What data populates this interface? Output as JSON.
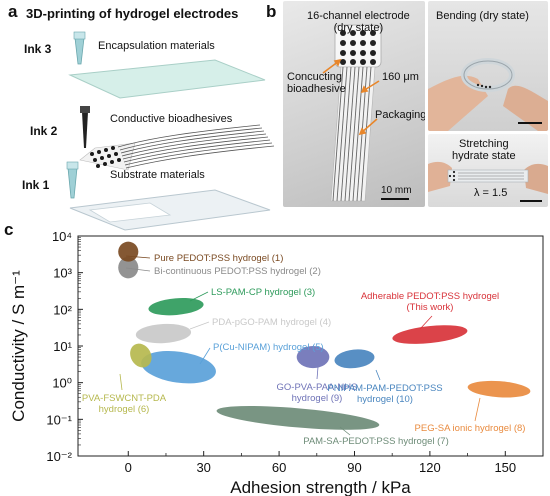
{
  "panel_a": {
    "letter": "a",
    "title": "3D-printing of hydrogel electrodes",
    "ink3_label": "Ink 3",
    "ink3_desc": "Encapsulation materials",
    "ink2_label": "Ink 2",
    "ink2_desc": "Conductive bioadhesives",
    "ink1_label": "Ink 1",
    "ink1_desc": "Substrate materials"
  },
  "panel_b": {
    "letter": "b",
    "photo1_title_line1": "16-channel electrode",
    "photo1_title_line2": "(dry state)",
    "callout_adhesive_line1": "Concucting",
    "callout_adhesive_line2": "bioadhesive",
    "callout_thickness": "160 μm",
    "callout_packaging": "Packaging",
    "scale_photo1": "10 mm",
    "photo2_title": "Bending (dry state)",
    "photo3_title_line1": "Stretching",
    "photo3_title_line2": "hydrate state",
    "photo3_lambda": "λ = 1.5"
  },
  "panel_c": {
    "letter": "c"
  },
  "colors": {
    "pedot_pure": "#7a4a22",
    "bicont": "#8a8a8a",
    "lspam": "#2f9b5c",
    "pdapgo": "#c9c9c9",
    "pcu": "#5aa1d9",
    "gopva": "#6f73b7",
    "pvafs": "#b6b84e",
    "pnipam": "#4a86bf",
    "pamsa": "#6e8c78",
    "adherable": "#d8333a",
    "pegsa": "#e98b3f"
  },
  "chart_data": {
    "type": "scatter",
    "xlabel": "Adhesion strength / kPa",
    "ylabel": "Conductivity / S m⁻¹",
    "xlim": [
      -20,
      165
    ],
    "ylim_log10": [
      -2,
      4
    ],
    "x_ticks": [
      "0",
      "30",
      "60",
      "90",
      "120",
      "150"
    ],
    "y_ticks": [
      "10⁻²",
      "10⁻¹",
      "10⁰",
      "10¹",
      "10²",
      "10³",
      "10⁴"
    ],
    "log_y": true,
    "series": [
      {
        "key": "pedot_pure",
        "label": "Pure PEDOT:PSS hydrogel (1)",
        "x_range": [
          -4,
          4
        ],
        "y_range": [
          2000,
          7000
        ]
      },
      {
        "key": "bicont",
        "label": "Bi-continuous PEDOT:PSS hydrogel (2)",
        "x_range": [
          -4,
          4
        ],
        "y_range": [
          700,
          2700
        ]
      },
      {
        "key": "lspam",
        "label": "LS-PAM-CP hydrogel (3)",
        "x_range": [
          8,
          30
        ],
        "y_range": [
          70,
          200
        ]
      },
      {
        "key": "pdapgo",
        "label": "PDA-pGO-PAM hydrogel (4)",
        "x_range": [
          3,
          25
        ],
        "y_range": [
          12,
          40
        ]
      },
      {
        "key": "pcu",
        "label": "P(Cu-NIPAM) hydrogel (5)",
        "x_range": [
          5,
          35
        ],
        "y_range": [
          1,
          7
        ]
      },
      {
        "key": "gopva",
        "label": "GO-PVA-PAA-NHS hydrogel (9)",
        "x_range": [
          67,
          80
        ],
        "y_range": [
          2.5,
          10
        ]
      },
      {
        "key": "pvafs",
        "label": "PVA-FSWCNT-PDA hydrogel (6)",
        "x_range": [
          1,
          9
        ],
        "y_range": [
          2.5,
          12
        ]
      },
      {
        "key": "pnipam",
        "label": "PNIPAM-PAM-PEDOT:PSS hydrogel (10)",
        "x_range": [
          82,
          98
        ],
        "y_range": [
          2.5,
          8
        ]
      },
      {
        "key": "pamsa",
        "label": "PAM-SA-PEDOT:PSS hydrogel (7)",
        "x_range": [
          35,
          100
        ],
        "y_range": [
          0.06,
          0.2
        ]
      },
      {
        "key": "adherable",
        "label_line1": "Adherable PEDOT:PSS hydrogel",
        "label_line2": "(This work)",
        "x_range": [
          105,
          135
        ],
        "y_range": [
          12,
          35
        ]
      },
      {
        "key": "pegsa",
        "label": "PEG-SA ionic hydrogel (8)",
        "x_range": [
          135,
          160
        ],
        "y_range": [
          0.4,
          1.1
        ]
      }
    ]
  }
}
